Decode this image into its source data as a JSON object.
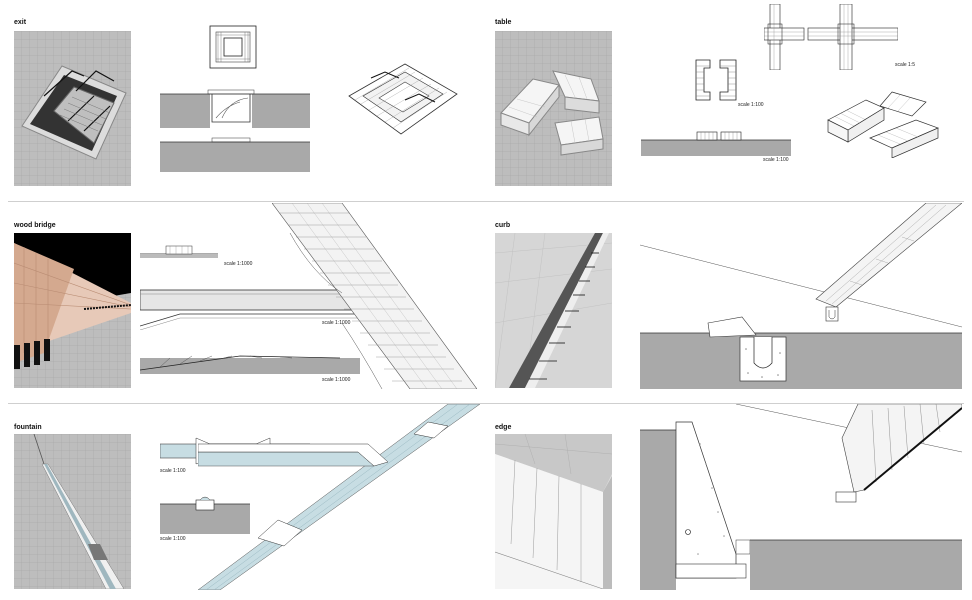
{
  "labels": {
    "exit": "exit",
    "table": "table",
    "wood_bridge": "wood bridge",
    "curb": "curb",
    "fountain": "fountain",
    "edge": "edge"
  },
  "scales": {
    "table_plan": "scale 1:100",
    "table_section": "scale 1:100",
    "table_detail": "scale 1:5",
    "bridge_plan": "scale 1:1000",
    "bridge_section": "scale 1:1000",
    "bridge_elevation": "scale 1:1000",
    "fountain_plan": "scale 1:100",
    "fountain_section": "scale 1:100"
  },
  "colors": {
    "paving": "#b9b9b9",
    "ground_section": "#a9a9a9",
    "water": "#c7dde3",
    "wood": "#e7c9b8",
    "dark": "#111111"
  }
}
